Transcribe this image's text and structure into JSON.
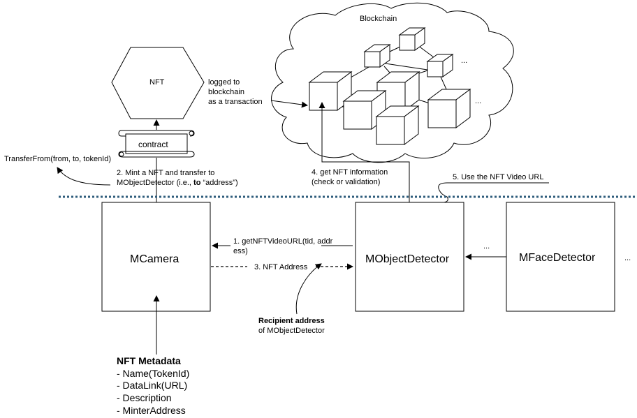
{
  "cloud": {
    "title": "Blockchain",
    "ellipsis_top": "...",
    "ellipsis_right": "..."
  },
  "nft": {
    "label": "NFT"
  },
  "contract": {
    "label": "contract"
  },
  "logged": {
    "lines": [
      "logged to",
      "blockchain",
      "as a transaction"
    ]
  },
  "transfer_from": "TransferFrom(from, to, tokenId)",
  "step2": {
    "line1": "2. Mint a NFT and transfer to",
    "line2_pre": "MObjectDetector (i.e., ",
    "line2_bold": "to",
    "line2_post": " “address”)"
  },
  "step4": {
    "line1": "4. get NFT information",
    "line2": "(check or validation)"
  },
  "step5": "5. Use the NFT Video URL",
  "step1": {
    "line1": "1. getNFTVideoURL(tid, addr",
    "line2": "ess)"
  },
  "step3": "3. NFT Address",
  "nodes": {
    "mcamera": "MCamera",
    "mobjectdetector": "MObjectDetector",
    "mfacedetector": "MFaceDetector",
    "ellipsis_between": "...",
    "ellipsis_right": "..."
  },
  "recipient": {
    "line1": "Recipient address",
    "line2": "of MObjectDetector"
  },
  "metadata": {
    "title": "NFT Metadata",
    "items": [
      "- Name(TokenId)",
      "- DataLink(URL)",
      "- Description",
      "- MinterAddress"
    ]
  }
}
